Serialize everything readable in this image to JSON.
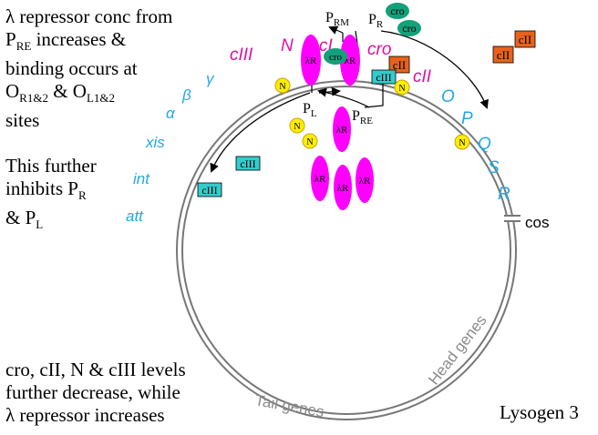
{
  "left_text": {
    "line1": "λ repressor conc from",
    "line2_a": "P",
    "line2_sub": "RE",
    "line2_b": " increases &",
    "line3": "binding occurs at",
    "line4_a": "O",
    "line4_sub1": "R1&2",
    "line4_b": " & O",
    "line4_sub2": "L1&2",
    "line5": "sites",
    "para2_line1": "This further",
    "para2_line2_a": "inhibits P",
    "para2_line2_sub": "R",
    "para2_line3_a": "& P",
    "para2_line3_sub": "L"
  },
  "bottom_text": {
    "line1": "cro, cII, N & cIII levels",
    "line2": "further decrease, while",
    "line3": "λ repressor increases"
  },
  "label_lysogen": "Lysogen 3",
  "genes": {
    "N": "N",
    "cI": "cI",
    "cro": "cro",
    "cII": "cII",
    "cIII": "cIII",
    "O": "O",
    "P": "P",
    "Q": "Q",
    "S": "S",
    "R": "R",
    "gamma": "γ",
    "beta": "β",
    "alpha": "α",
    "xis": "xis",
    "int": "int",
    "att": "att",
    "cos": "cos",
    "head_genes": "Head genes",
    "tail_genes": "Tail genes"
  },
  "promoters": {
    "PRM_main": "P",
    "PRM_sub": "RM",
    "PR_main": "P",
    "PR_sub": "R",
    "PL_main": "P",
    "PL_sub": "L",
    "PRE_main": "P",
    "PRE_sub": "RE"
  },
  "molecules": {
    "repressor": "λR",
    "repressor_cro": "cro",
    "cro": "cro",
    "cII": "cII",
    "cIII": "cIII",
    "N": "N"
  },
  "colors": {
    "magenta": "#ff00ff",
    "cyan_text": "#22a8e0",
    "cyan_box": "#33cccc",
    "orange_box": "#e8621c",
    "teal": "#13a07a",
    "yellow": "#ffee00",
    "gray": "#8c8c8c"
  }
}
